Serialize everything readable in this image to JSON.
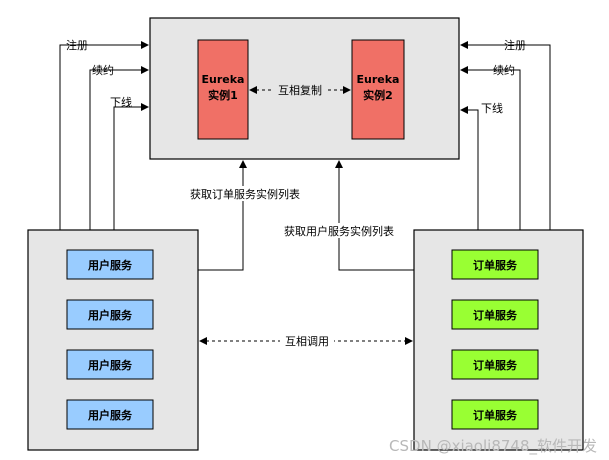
{
  "eureka": {
    "instance1_line1": "Eureka",
    "instance1_line2": "实例1",
    "instance2_line1": "Eureka",
    "instance2_line2": "实例2",
    "replication_label": "互相复制",
    "fill": "#f07066"
  },
  "left_service": {
    "items": [
      "用户服务",
      "用户服务",
      "用户服务",
      "用户服务"
    ],
    "fill": "#99ccff"
  },
  "right_service": {
    "items": [
      "订单服务",
      "订单服务",
      "订单服务",
      "订单服务"
    ],
    "fill": "#99ff33"
  },
  "left_arrows": {
    "register": "注册",
    "renew": "续约",
    "cancel": "下线"
  },
  "right_arrows": {
    "register": "注册",
    "renew": "续约",
    "cancel": "下线"
  },
  "fetch_order_list": "获取订单服务实例列表",
  "fetch_user_list": "获取用户服务实例列表",
  "mutual_call": "互相调用",
  "watermark": "CSDN @xiaoli8748_软件开发",
  "colors": {
    "container": "#e6e6e6",
    "stroke": "#000000"
  }
}
